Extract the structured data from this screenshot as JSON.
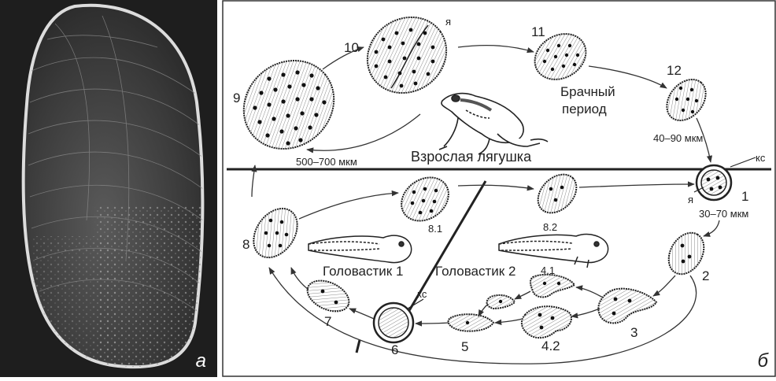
{
  "panel_a": {
    "letter": "а"
  },
  "panel_b": {
    "letter": "б",
    "labels": {
      "adult_frog": "Взрослая лягушка",
      "breeding_line1": "Брачный",
      "breeding_line2": "период",
      "size_9": "500–700 мкм",
      "size_12": "40–90 мкм",
      "size_1": "30–70 мкм",
      "tadpole1": "Головастик 1",
      "tadpole2": "Головастик 2",
      "ks_top": "кс",
      "ks_bottom": "кс",
      "ya_top": "я",
      "ya_cyst": "я"
    },
    "stages": {
      "s1": "1",
      "s2": "2",
      "s3": "3",
      "s4_1": "4.1",
      "s4_2": "4.2",
      "s5": "5",
      "s6": "6",
      "s7": "7",
      "s8": "8",
      "s8_1": "8.1",
      "s8_2": "8.2",
      "s9": "9",
      "s10": "10",
      "s11": "11",
      "s12": "12"
    }
  }
}
